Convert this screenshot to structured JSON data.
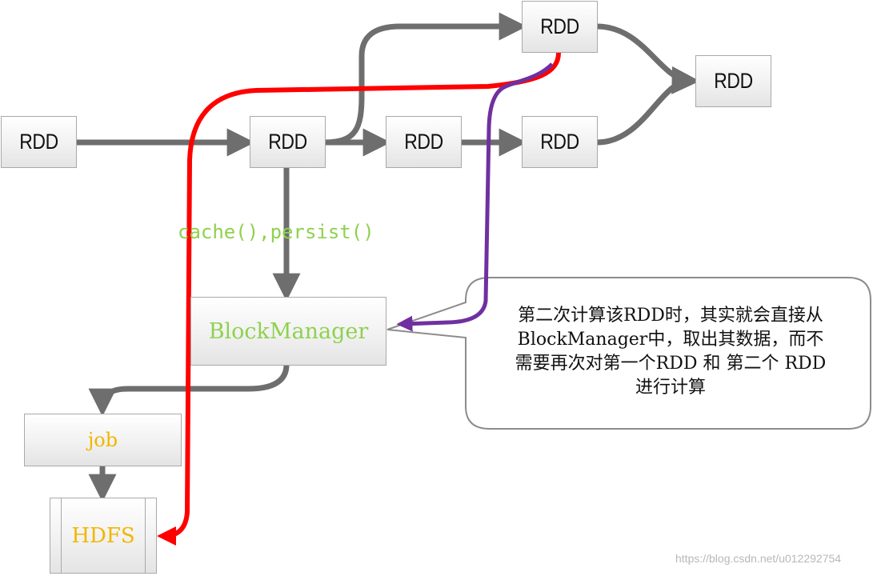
{
  "diagram": {
    "rdd_label": "RDD",
    "cache_label": "cache(),persist()",
    "blockmanager_label": "BlockManager",
    "job_label": "job",
    "hdfs_label": "HDFS",
    "callout": {
      "line1": "第二次计算该RDD时，其实就会直接从",
      "line2": "BlockManager中，取出其数据，而不",
      "line3": "需要再次对第一个RDD 和 第二个 RDD",
      "line4": "进行计算"
    },
    "watermark": "https://blog.csdn.net/u012292754"
  },
  "colors": {
    "arrow_gray": "#6e6e6e",
    "red_path": "#ff0000",
    "purple_path": "#7030a0",
    "green_text": "#8fd14f",
    "orange_text": "#f2b600"
  }
}
